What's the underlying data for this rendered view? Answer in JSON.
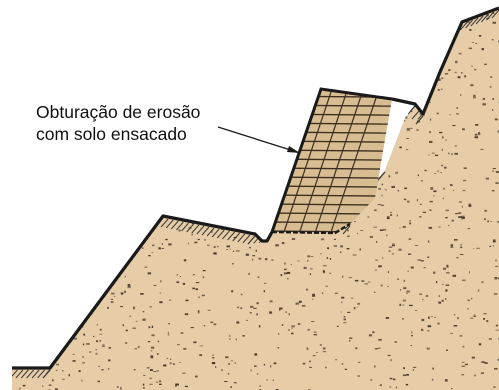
{
  "diagram": {
    "annotation": {
      "lines": [
        "Obturação de erosão",
        "com solo ensacado"
      ]
    },
    "colors": {
      "soil_fill": "#e6cda8",
      "soil_speckle": "#3a2c1e",
      "outline": "#1a1a1a",
      "hatch": "#3a3a3a",
      "bag_fill": "#d9bd92",
      "bag_line": "#3d2f20",
      "background": "#ffffff"
    },
    "elements": [
      "slope-terrain",
      "surface-hatching",
      "soil-bag-fill",
      "leader-line",
      "annotation-label"
    ]
  }
}
